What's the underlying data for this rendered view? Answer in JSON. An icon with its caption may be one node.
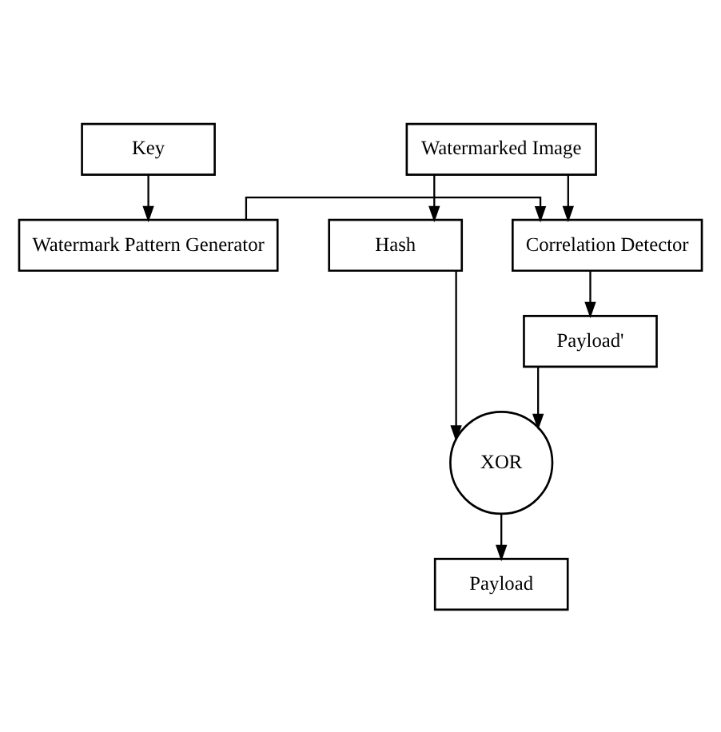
{
  "diagram": {
    "nodes": [
      {
        "text": [
          "Watermarked Image"
        ]
      },
      {
        "text": [
          "Key"
        ]
      },
      {
        "text": [
          "Hash"
        ]
      },
      {
        "text": [
          "Correlation Detector"
        ]
      },
      {
        "text": [
          "Watermark Pattern Generator"
        ]
      },
      {
        "text": [
          "Payload'"
        ]
      },
      {
        "text": [
          "XOR"
        ]
      },
      {
        "text": [
          "Payload"
        ]
      }
    ],
    "edges": [
      {
        "from": 0,
        "to": 2,
        "arrow": "to"
      },
      {
        "from": 0,
        "to": 3,
        "arrow": "to"
      },
      {
        "from": 1,
        "to": 4,
        "arrow": "to"
      },
      {
        "from": 4,
        "to": 3,
        "arrow": "to"
      },
      {
        "from": 3,
        "to": 5,
        "arrow": "to"
      },
      {
        "from": 2,
        "to": 6,
        "arrow": "to"
      },
      {
        "from": 5,
        "to": 6,
        "arrow": "to"
      },
      {
        "from": 6,
        "to": 7,
        "arrow": "to"
      }
    ]
  }
}
